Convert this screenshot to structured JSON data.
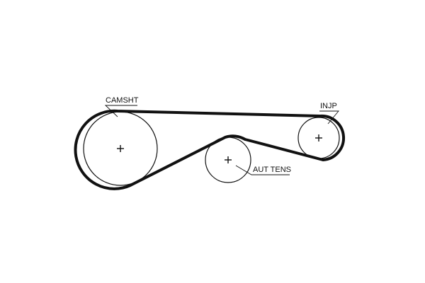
{
  "diagram": {
    "labels": {
      "camshaft": "CAMSHT",
      "injection_pump": "INJP",
      "tensioner": "AUT TENS"
    },
    "colors": {
      "line": "#111111",
      "background": "#ffffff"
    }
  }
}
